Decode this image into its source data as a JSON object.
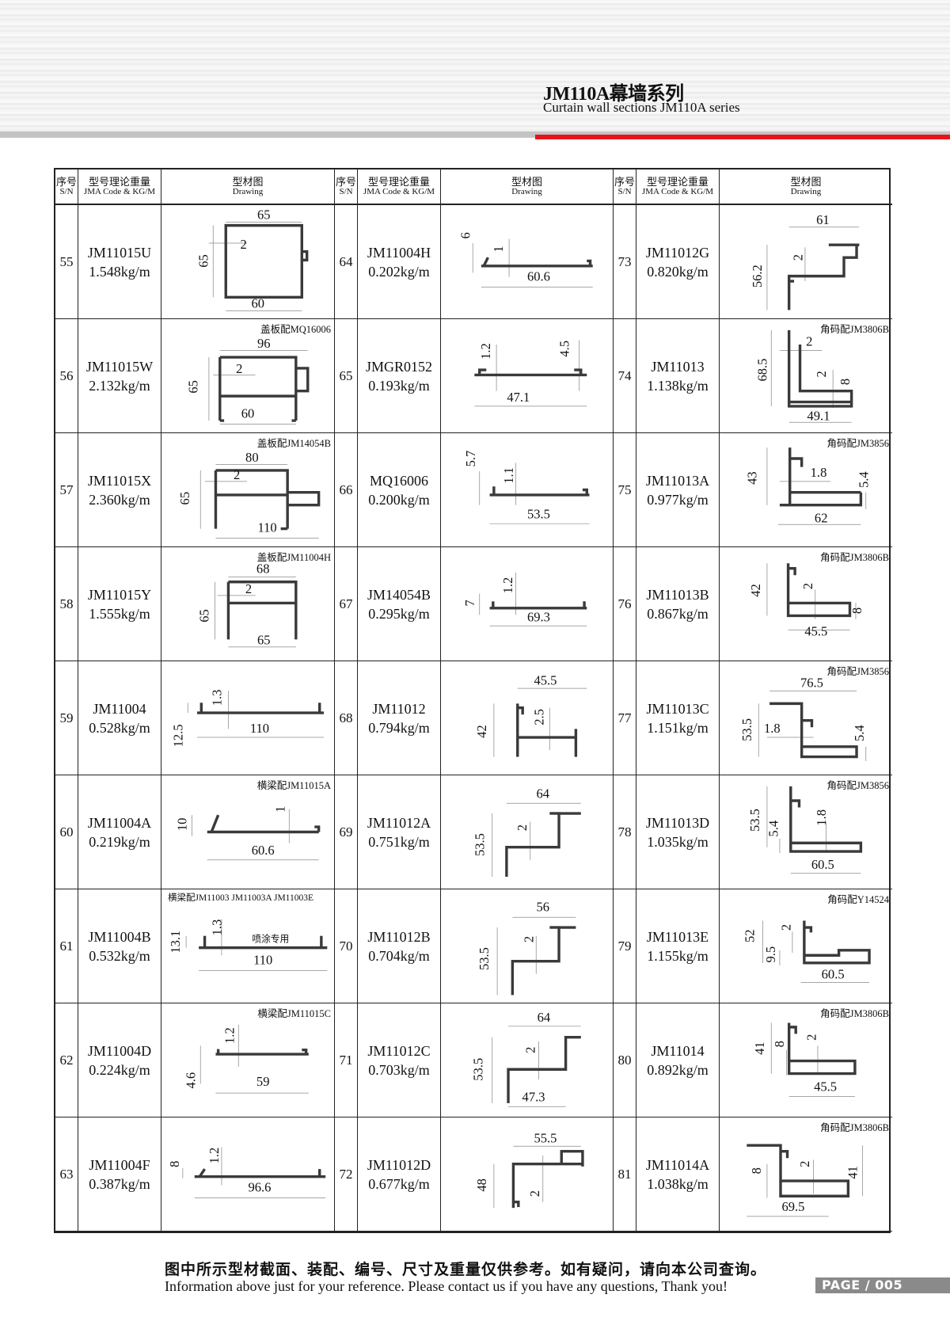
{
  "header": {
    "title_cn": "JM110A幕墙系列",
    "title_en": "Curtain wall sections JM110A series",
    "accent_color": "#e8141b"
  },
  "table": {
    "headers": {
      "sn_cn": "序号",
      "sn_en": "S/N",
      "code_cn": "型号理论重量",
      "code_en": "JMA Code & KG/M",
      "drawing_cn": "型材图",
      "drawing_en": "Drawing"
    }
  },
  "items": [
    {
      "sn": "55",
      "code": "JM11015U",
      "weight": "1.548kg/m",
      "note": "",
      "dims": [
        "65",
        "2",
        "65",
        "60"
      ]
    },
    {
      "sn": "56",
      "code": "JM11015W",
      "weight": "2.132kg/m",
      "note": "盖板配MQ16006",
      "dims": [
        "96",
        "2",
        "65",
        "60"
      ]
    },
    {
      "sn": "57",
      "code": "JM11015X",
      "weight": "2.360kg/m",
      "note": "盖板配JM14054B",
      "dims": [
        "80",
        "2",
        "65",
        "110"
      ]
    },
    {
      "sn": "58",
      "code": "JM11015Y",
      "weight": "1.555kg/m",
      "note": "盖板配JM11004H",
      "dims": [
        "68",
        "2",
        "65",
        "65"
      ]
    },
    {
      "sn": "59",
      "code": "JM11004",
      "weight": "0.528kg/m",
      "note": "",
      "dims": [
        "1.3",
        "12.5",
        "110"
      ]
    },
    {
      "sn": "60",
      "code": "JM11004A",
      "weight": "0.219kg/m",
      "note": "横梁配JM11015A",
      "dims": [
        "10",
        "1",
        "60.6"
      ]
    },
    {
      "sn": "61",
      "code": "JM11004B",
      "weight": "0.532kg/m",
      "note": "横梁配JM11003   JM11003A   JM11003E",
      "dims": [
        "13.1",
        "1.3",
        "喷涂专用",
        "110"
      ]
    },
    {
      "sn": "62",
      "code": "JM11004D",
      "weight": "0.224kg/m",
      "note": "横梁配JM11015C",
      "dims": [
        "1.2",
        "4.6",
        "59"
      ]
    },
    {
      "sn": "63",
      "code": "JM11004F",
      "weight": "0.387kg/m",
      "note": "",
      "dims": [
        "8",
        "1.2",
        "96.6"
      ]
    },
    {
      "sn": "64",
      "code": "JM11004H",
      "weight": "0.202kg/m",
      "note": "",
      "dims": [
        "6",
        "1",
        "60.6"
      ]
    },
    {
      "sn": "65",
      "code": "JMGR0152",
      "weight": "0.193kg/m",
      "note": "",
      "dims": [
        "1.2",
        "4.5",
        "47.1"
      ]
    },
    {
      "sn": "66",
      "code": "MQ16006",
      "weight": "0.200kg/m",
      "note": "",
      "dims": [
        "5.7",
        "1.1",
        "53.5"
      ]
    },
    {
      "sn": "67",
      "code": "JM14054B",
      "weight": "0.295kg/m",
      "note": "",
      "dims": [
        "7",
        "1.2",
        "69.3"
      ]
    },
    {
      "sn": "68",
      "code": "JM11012",
      "weight": "0.794kg/m",
      "note": "",
      "dims": [
        "45.5",
        "2.5",
        "42"
      ]
    },
    {
      "sn": "69",
      "code": "JM11012A",
      "weight": "0.751kg/m",
      "note": "",
      "dims": [
        "64",
        "2",
        "53.5"
      ]
    },
    {
      "sn": "70",
      "code": "JM11012B",
      "weight": "0.704kg/m",
      "note": "",
      "dims": [
        "56",
        "2",
        "53.5"
      ]
    },
    {
      "sn": "71",
      "code": "JM11012C",
      "weight": "0.703kg/m",
      "note": "",
      "dims": [
        "64",
        "2",
        "53.5",
        "47.3"
      ]
    },
    {
      "sn": "72",
      "code": "JM11012D",
      "weight": "0.677kg/m",
      "note": "",
      "dims": [
        "55.5",
        "48",
        "2"
      ]
    },
    {
      "sn": "73",
      "code": "JM11012G",
      "weight": "0.820kg/m",
      "note": "",
      "dims": [
        "61",
        "2",
        "56.2"
      ]
    },
    {
      "sn": "74",
      "code": "JM11013",
      "weight": "1.138kg/m",
      "note": "角码配JM3806B",
      "dims": [
        "68.5",
        "2",
        "2",
        "8",
        "49.1"
      ]
    },
    {
      "sn": "75",
      "code": "JM11013A",
      "weight": "0.977kg/m",
      "note": "角码配JM3856",
      "dims": [
        "43",
        "1.8",
        "5.4",
        "62"
      ]
    },
    {
      "sn": "76",
      "code": "JM11013B",
      "weight": "0.867kg/m",
      "note": "角码配JM3806B",
      "dims": [
        "42",
        "2",
        "8",
        "45.5"
      ]
    },
    {
      "sn": "77",
      "code": "JM11013C",
      "weight": "1.151kg/m",
      "note": "角码配JM3856",
      "dims": [
        "76.5",
        "53.5",
        "1.8",
        "5.4"
      ]
    },
    {
      "sn": "78",
      "code": "JM11013D",
      "weight": "1.035kg/m",
      "note": "角码配JM3856",
      "dims": [
        "53.5",
        "5.4",
        "1.8",
        "60.5"
      ]
    },
    {
      "sn": "79",
      "code": "JM11013E",
      "weight": "1.155kg/m",
      "note": "角码配Y14524",
      "dims": [
        "52",
        "2",
        "9.5",
        "60.5"
      ]
    },
    {
      "sn": "80",
      "code": "JM11014",
      "weight": "0.892kg/m",
      "note": "角码配JM3806B",
      "dims": [
        "41",
        "8",
        "2",
        "45.5"
      ]
    },
    {
      "sn": "81",
      "code": "JM11014A",
      "weight": "1.038kg/m",
      "note": "角码配JM3806B",
      "dims": [
        "8",
        "2",
        "41",
        "69.5"
      ]
    }
  ],
  "footer": {
    "cn": "图中所示型材截面、装配、编号、尺寸及重量仅供参考。如有疑问，请向本公司查询。",
    "en": "Information above just for your reference. Please contact us if you have any questions, Thank you!",
    "page": "PAGE / 005"
  }
}
